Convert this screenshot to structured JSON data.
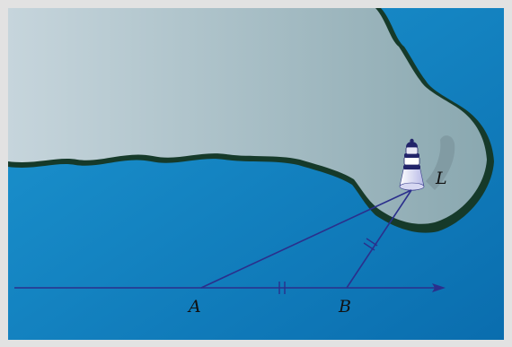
{
  "diagram": {
    "points": {
      "A": {
        "label": "A"
      },
      "B": {
        "label": "B"
      },
      "L": {
        "label": "L"
      }
    },
    "equal_marks": {
      "AB": "||",
      "BL": "||"
    },
    "colors": {
      "sea_light": "#1f95cf",
      "sea_dark": "#0a6eae",
      "land_light": "#c2d2da",
      "land_dark": "#8aa9b1",
      "coast_dark": "#163a2a",
      "line": "#2b2f8c",
      "frame": "#d9d9d9"
    },
    "icons": [
      "lighthouse-icon",
      "arrow-head-icon"
    ]
  }
}
